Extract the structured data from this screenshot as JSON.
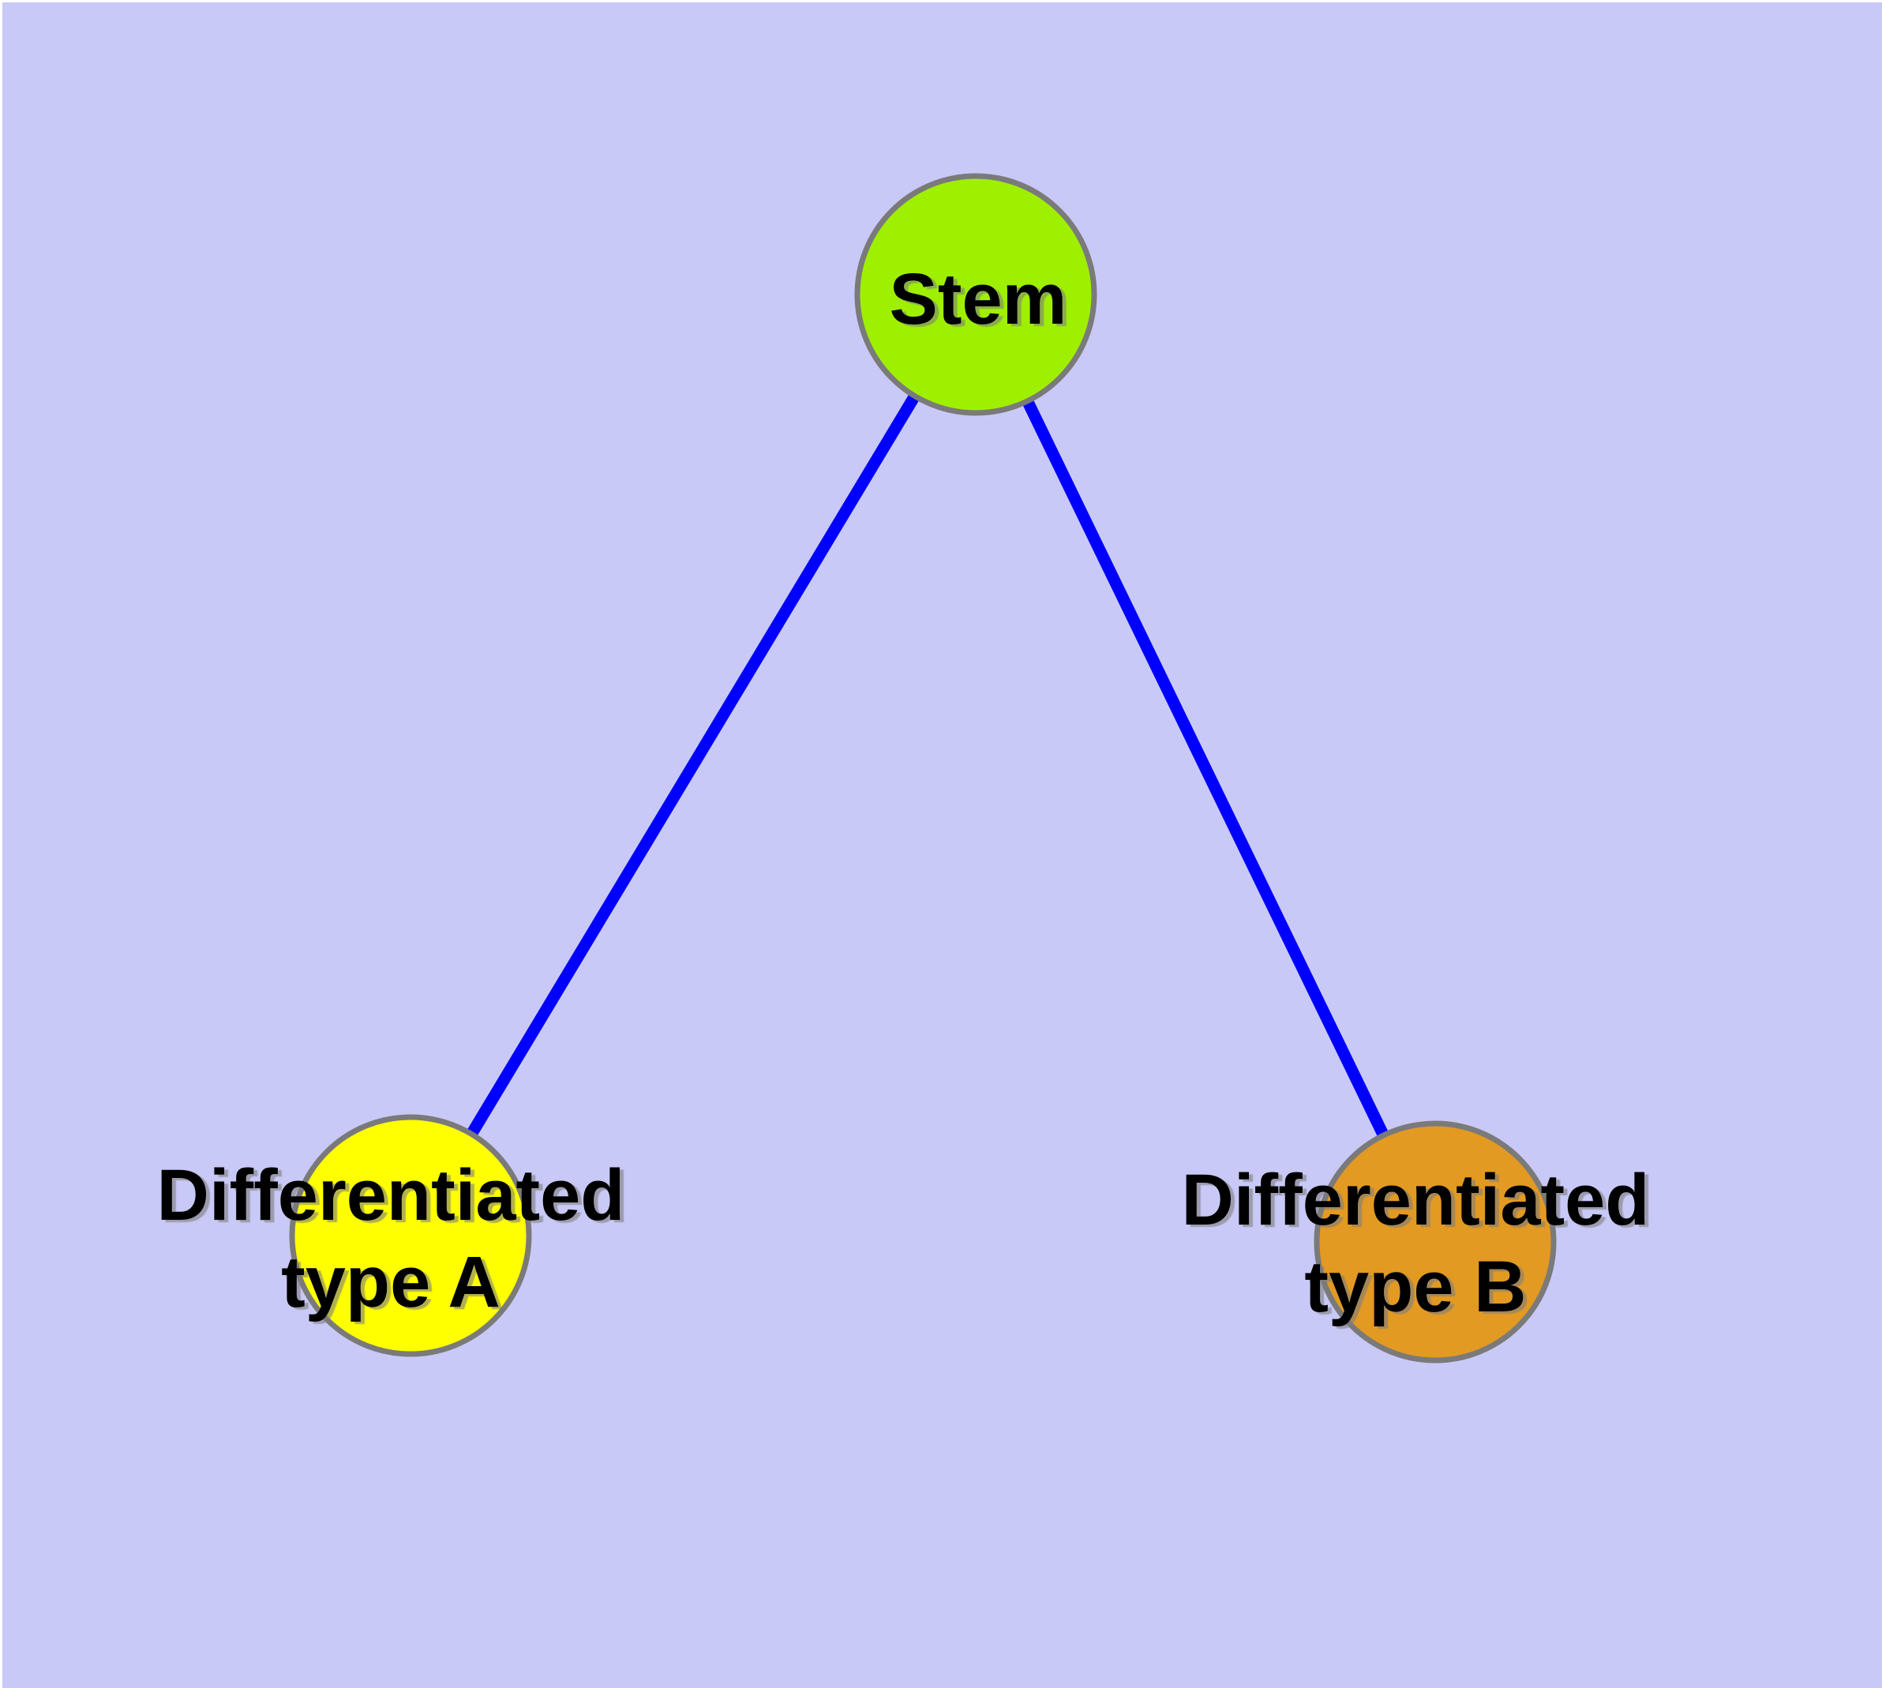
{
  "canvas": {
    "background_color": "#c9c9f7",
    "margin_color": "#ffffff",
    "edge_color": "#0000ff",
    "node_border_color": "#7a7a7a",
    "label_color": "#000000"
  },
  "nodes": {
    "stem": {
      "id": "stem",
      "label": "Stem",
      "fill": "#9ff000"
    },
    "type_a": {
      "id": "type_a",
      "line1": "Differentiated",
      "line2": "type A",
      "fill": "#ffff00"
    },
    "type_b": {
      "id": "type_b",
      "line1": "Differentiated",
      "line2": "type B",
      "fill": "#e39a22"
    }
  },
  "edges": [
    {
      "from": "stem",
      "to": "type_a"
    },
    {
      "from": "stem",
      "to": "type_b"
    }
  ]
}
